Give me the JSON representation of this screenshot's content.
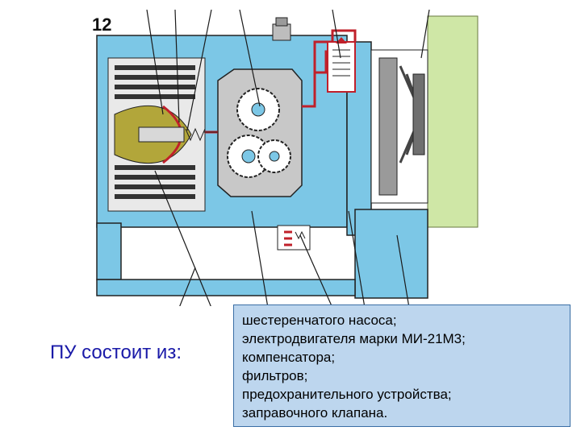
{
  "diagram": {
    "figure_number": "12",
    "colors": {
      "housing": "#7cc7e6",
      "gear_chamber": "#c8c8c8",
      "oil_line": "#c0202a",
      "compensator_core": "#b2a63a",
      "motor_fan": "#8f8f8f",
      "motor_mount": "#cfe7a6",
      "leader_lines": "#1a1a1a"
    },
    "icons": [
      "gear-pump-icon",
      "bellows-compensator-icon",
      "relief-valve-icon",
      "filler-valve-icon",
      "electric-motor-icon"
    ]
  },
  "label": "ПУ состоит из:",
  "parts": [
    "шестеренчатого насоса;",
    "электродвигателя марки МИ-21М3;",
    "компенсатора;",
    "фильтров;",
    "предохранительного устройства;",
    "заправочного клапана."
  ]
}
